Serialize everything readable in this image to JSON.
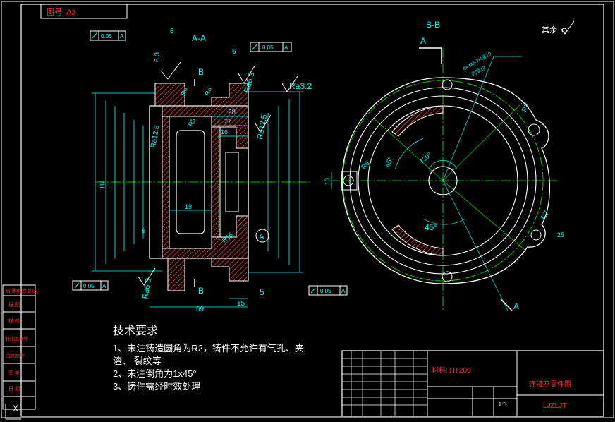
{
  "drawing": {
    "drawing_no_label": "图号: A3",
    "view_aa": "A-A",
    "view_bb": "B-B",
    "label_b_top": "B",
    "label_b_bottom": "B",
    "label_a_section": "A",
    "label_a_arrow_top": "A",
    "label_a_arrow_bottom": "A",
    "label_a_circle": "A",
    "rest_roughness": "其余",
    "tol_1": "0.05",
    "datum_1": "A",
    "tol_2": "0.05",
    "datum_2": "A",
    "tol_3": "0.05",
    "datum_3": "A",
    "tol_4": "0.05",
    "datum_4": "A",
    "dim_8": "8",
    "dim_6": "6",
    "dim_6_3": "6.3",
    "ra_6_3_a": "Ra6.3",
    "ra_6_3_b": "Ra6.3",
    "ra_3_2": "Ra3.2",
    "ra_12_5": "Ra12.5",
    "ra_12_5_b": "Ra12.5",
    "r5_a": "R5",
    "r5_b": "R5",
    "r5_c": "R5",
    "r15": "R15",
    "dim_28": "28",
    "dim_27": "27",
    "dim_16": "16",
    "dim_19": "19",
    "dim_69": "69",
    "dim_15": "15",
    "dim_5": "5",
    "dim_6_bot": "6",
    "dim_114": "114",
    "dim_13": "13",
    "r6": "R6",
    "r7_a": "R7",
    "r7_b": "R7",
    "ang_45a": "45°",
    "ang_45b": "45°",
    "ang_120": "120°",
    "ang_25": "25",
    "hole_note": "4x M6-7H深10",
    "hole_note_2": "孔深12"
  },
  "requirements": {
    "title": "技术要求",
    "line1": "1、未注铸造圆角为R2，铸件不允许有气孔、夹",
    "line2": "渣、 裂纹等",
    "line3": "2、未注倒角为1x45°",
    "line4": "3、铸件需经时效处理"
  },
  "title_block": {
    "material": "材料: HT200",
    "part_name": "连接座零件图",
    "drawing_code": "LJZLJT",
    "scale": "1:1"
  },
  "left_strip": [
    "借(通)用件登记",
    "描 图",
    "描 校",
    "旧底图总号",
    "底图总号",
    "签 字",
    "日 期"
  ],
  "colors": {
    "background": "#000000",
    "outline": "#ffffff",
    "dimension": "#00ffff",
    "center": "#00ff00",
    "hatch": "#ff3b3b",
    "frame_text": "#ff3030",
    "title_text": "#ffff00"
  }
}
